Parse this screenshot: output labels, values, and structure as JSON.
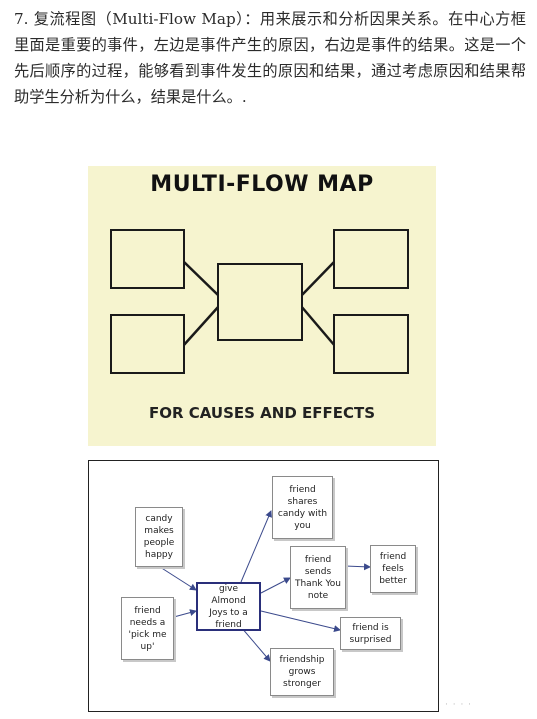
{
  "intro": {
    "text": "7. 复流程图（Multi-Flow Map）：用来展示和分析因果关系。在中心方框里面是重要的事件，左边是事件产生的原因，右边是事件的结果。这是一个先后顺序的过程，能够看到事件发生的原因和结果，通过考虑原因和结果帮助学生分析为什么，结果是什么。."
  },
  "poster": {
    "title": "MULTI-FLOW MAP",
    "subtitle": "FOR CAUSES AND EFFECTS",
    "line_color": "#1a1a1a",
    "background": "#f6f4cf"
  },
  "example": {
    "causes": [
      "candy makes people happy",
      "friend needs a 'pick me up'"
    ],
    "event": "give Almond Joys to a friend",
    "effects": [
      "friend shares candy with you",
      "friend sends Thank You note",
      "friend is surprised",
      "friendship grows stronger"
    ],
    "secondary_effect": "friend feels better",
    "arrow_color": "#3b4a8c"
  },
  "watermark": "· · · ·"
}
